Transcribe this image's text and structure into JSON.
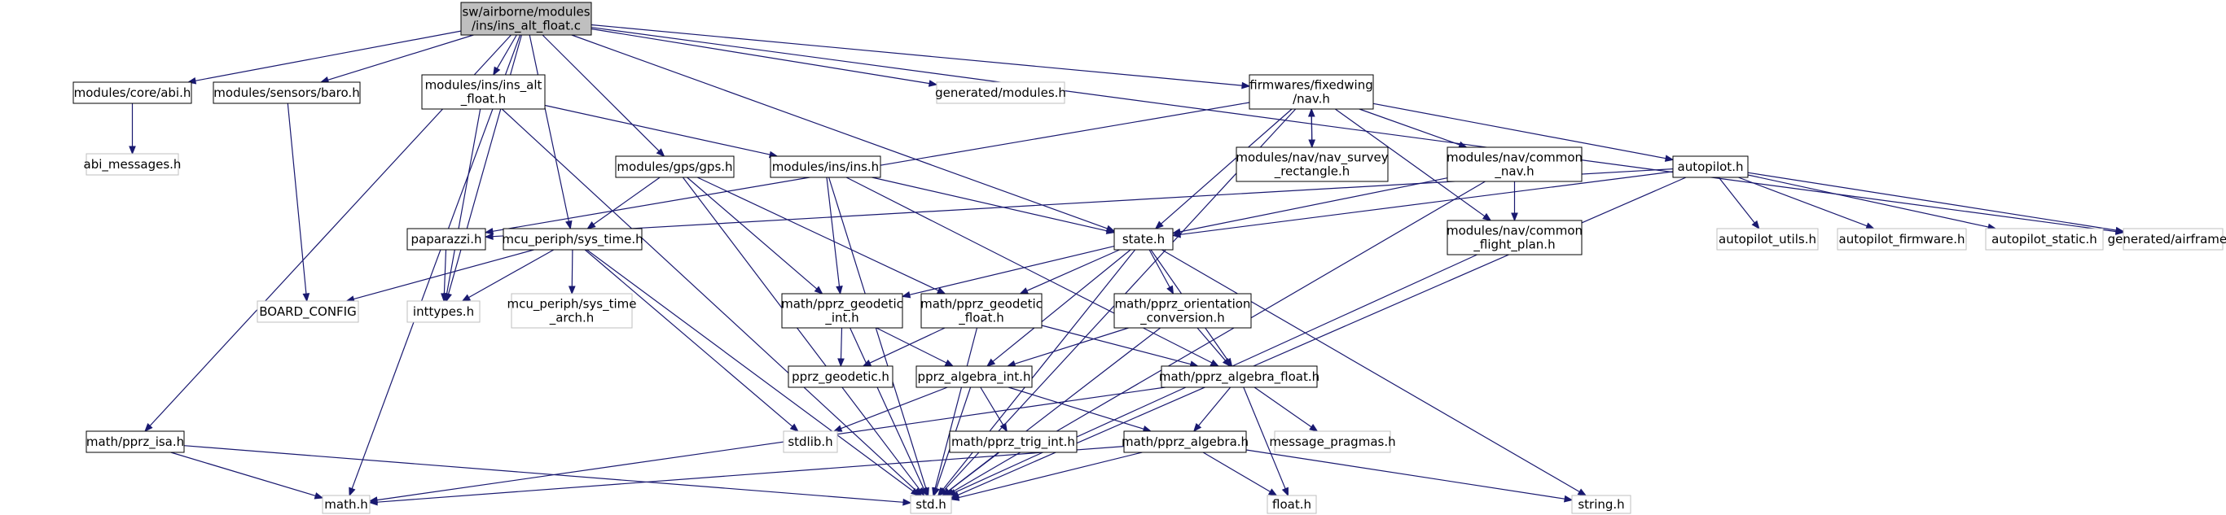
{
  "colors": {
    "edge": "#191970",
    "border_defined": "#000000",
    "border_undefined": "#bfbfbf",
    "fill_root": "#bfbfbf",
    "fill_node": "#ffffff",
    "text": "#000000"
  },
  "nodes": [
    {
      "id": "root",
      "lines": [
        "sw/airborne/modules",
        "/ins/ins_alt_float.c"
      ],
      "kind": "root"
    },
    {
      "id": "abi_h",
      "lines": [
        "modules/core/abi.h"
      ],
      "kind": "defined"
    },
    {
      "id": "baro_h",
      "lines": [
        "modules/sensors/baro.h"
      ],
      "kind": "defined"
    },
    {
      "id": "ins_alt_float_h",
      "lines": [
        "modules/ins/ins_alt",
        "_float.h"
      ],
      "kind": "defined"
    },
    {
      "id": "generated_modules_h",
      "lines": [
        "generated/modules.h"
      ],
      "kind": "undefined"
    },
    {
      "id": "nav_h",
      "lines": [
        "firmwares/fixedwing",
        "/nav.h"
      ],
      "kind": "defined"
    },
    {
      "id": "abi_messages_h",
      "lines": [
        "abi_messages.h"
      ],
      "kind": "undefined"
    },
    {
      "id": "gps_h",
      "lines": [
        "modules/gps/gps.h"
      ],
      "kind": "defined"
    },
    {
      "id": "ins_h",
      "lines": [
        "modules/ins/ins.h"
      ],
      "kind": "defined"
    },
    {
      "id": "nav_survey_h",
      "lines": [
        "modules/nav/nav_survey",
        "_rectangle.h"
      ],
      "kind": "defined"
    },
    {
      "id": "common_nav_h",
      "lines": [
        "modules/nav/common",
        "_nav.h"
      ],
      "kind": "defined"
    },
    {
      "id": "autopilot_h",
      "lines": [
        "autopilot.h"
      ],
      "kind": "defined"
    },
    {
      "id": "paparazzi_h",
      "lines": [
        "paparazzi.h"
      ],
      "kind": "defined"
    },
    {
      "id": "sys_time_h",
      "lines": [
        "mcu_periph/sys_time.h"
      ],
      "kind": "defined"
    },
    {
      "id": "state_h",
      "lines": [
        "state.h"
      ],
      "kind": "defined"
    },
    {
      "id": "flight_plan_h",
      "lines": [
        "modules/nav/common",
        "_flight_plan.h"
      ],
      "kind": "defined"
    },
    {
      "id": "autopilot_utils_h",
      "lines": [
        "autopilot_utils.h"
      ],
      "kind": "undefined"
    },
    {
      "id": "autopilot_firmware_h",
      "lines": [
        "autopilot_firmware.h"
      ],
      "kind": "undefined"
    },
    {
      "id": "autopilot_static_h",
      "lines": [
        "autopilot_static.h"
      ],
      "kind": "undefined"
    },
    {
      "id": "airframe_h",
      "lines": [
        "generated/airframe.h"
      ],
      "kind": "undefined"
    },
    {
      "id": "board_config",
      "lines": [
        "BOARD_CONFIG"
      ],
      "kind": "undefined"
    },
    {
      "id": "inttypes_h",
      "lines": [
        "inttypes.h"
      ],
      "kind": "undefined"
    },
    {
      "id": "sys_time_arch_h",
      "lines": [
        "mcu_periph/sys_time",
        "_arch.h"
      ],
      "kind": "undefined"
    },
    {
      "id": "geodetic_int_h",
      "lines": [
        "math/pprz_geodetic",
        "_int.h"
      ],
      "kind": "defined"
    },
    {
      "id": "geodetic_float_h",
      "lines": [
        "math/pprz_geodetic",
        "_float.h"
      ],
      "kind": "defined"
    },
    {
      "id": "orientation_h",
      "lines": [
        "math/pprz_orientation",
        "_conversion.h"
      ],
      "kind": "defined"
    },
    {
      "id": "geodetic_h",
      "lines": [
        "pprz_geodetic.h"
      ],
      "kind": "defined"
    },
    {
      "id": "algebra_int_h",
      "lines": [
        "pprz_algebra_int.h"
      ],
      "kind": "defined"
    },
    {
      "id": "algebra_float_h",
      "lines": [
        "math/pprz_algebra_float.h"
      ],
      "kind": "defined"
    },
    {
      "id": "isa_h",
      "lines": [
        "math/pprz_isa.h"
      ],
      "kind": "defined"
    },
    {
      "id": "stdlib_h",
      "lines": [
        "stdlib.h"
      ],
      "kind": "undefined"
    },
    {
      "id": "trig_int_h",
      "lines": [
        "math/pprz_trig_int.h"
      ],
      "kind": "defined"
    },
    {
      "id": "algebra_h",
      "lines": [
        "math/pprz_algebra.h"
      ],
      "kind": "defined"
    },
    {
      "id": "message_pragmas_h",
      "lines": [
        "message_pragmas.h"
      ],
      "kind": "undefined"
    },
    {
      "id": "math_h",
      "lines": [
        "math.h"
      ],
      "kind": "undefined"
    },
    {
      "id": "std_h",
      "lines": [
        "std.h"
      ],
      "kind": "undefined"
    },
    {
      "id": "float_h",
      "lines": [
        "float.h"
      ],
      "kind": "undefined"
    },
    {
      "id": "string_h",
      "lines": [
        "string.h"
      ],
      "kind": "undefined"
    }
  ],
  "edges": [
    [
      "root",
      "abi_h"
    ],
    [
      "root",
      "baro_h"
    ],
    [
      "root",
      "ins_alt_float_h"
    ],
    [
      "root",
      "generated_modules_h"
    ],
    [
      "root",
      "nav_h"
    ],
    [
      "root",
      "gps_h"
    ],
    [
      "root",
      "sys_time_h"
    ],
    [
      "root",
      "inttypes_h"
    ],
    [
      "root",
      "state_h"
    ],
    [
      "root",
      "airframe_h"
    ],
    [
      "root",
      "isa_h"
    ],
    [
      "root",
      "math_h"
    ],
    [
      "abi_h",
      "abi_messages_h"
    ],
    [
      "baro_h",
      "board_config"
    ],
    [
      "ins_alt_float_h",
      "ins_h"
    ],
    [
      "ins_alt_float_h",
      "inttypes_h"
    ],
    [
      "ins_alt_float_h",
      "std_h"
    ],
    [
      "nav_h",
      "nav_survey_h"
    ],
    [
      "nav_survey_h",
      "nav_h"
    ],
    [
      "nav_h",
      "common_nav_h"
    ],
    [
      "nav_h",
      "autopilot_h"
    ],
    [
      "nav_h",
      "paparazzi_h"
    ],
    [
      "nav_h",
      "state_h"
    ],
    [
      "nav_h",
      "flight_plan_h"
    ],
    [
      "nav_h",
      "std_h"
    ],
    [
      "gps_h",
      "sys_time_h"
    ],
    [
      "gps_h",
      "geodetic_int_h"
    ],
    [
      "gps_h",
      "geodetic_float_h"
    ],
    [
      "gps_h",
      "std_h"
    ],
    [
      "ins_h",
      "geodetic_int_h"
    ],
    [
      "ins_h",
      "state_h"
    ],
    [
      "ins_h",
      "algebra_float_h"
    ],
    [
      "ins_h",
      "std_h"
    ],
    [
      "common_nav_h",
      "flight_plan_h"
    ],
    [
      "common_nav_h",
      "state_h"
    ],
    [
      "common_nav_h",
      "std_h"
    ],
    [
      "autopilot_h",
      "paparazzi_h"
    ],
    [
      "autopilot_h",
      "state_h"
    ],
    [
      "autopilot_h",
      "autopilot_utils_h"
    ],
    [
      "autopilot_h",
      "autopilot_firmware_h"
    ],
    [
      "autopilot_h",
      "autopilot_static_h"
    ],
    [
      "autopilot_h",
      "airframe_h"
    ],
    [
      "autopilot_h",
      "std_h"
    ],
    [
      "paparazzi_h",
      "inttypes_h"
    ],
    [
      "sys_time_h",
      "board_config"
    ],
    [
      "sys_time_h",
      "inttypes_h"
    ],
    [
      "sys_time_h",
      "sys_time_arch_h"
    ],
    [
      "sys_time_h",
      "stdlib_h"
    ],
    [
      "sys_time_h",
      "std_h"
    ],
    [
      "state_h",
      "geodetic_int_h"
    ],
    [
      "state_h",
      "geodetic_float_h"
    ],
    [
      "state_h",
      "orientation_h"
    ],
    [
      "state_h",
      "algebra_int_h"
    ],
    [
      "state_h",
      "algebra_float_h"
    ],
    [
      "state_h",
      "std_h"
    ],
    [
      "state_h",
      "string_h"
    ],
    [
      "flight_plan_h",
      "std_h"
    ],
    [
      "geodetic_int_h",
      "geodetic_h"
    ],
    [
      "geodetic_int_h",
      "algebra_int_h"
    ],
    [
      "geodetic_int_h",
      "std_h"
    ],
    [
      "geodetic_float_h",
      "geodetic_h"
    ],
    [
      "geodetic_float_h",
      "algebra_float_h"
    ],
    [
      "geodetic_float_h",
      "std_h"
    ],
    [
      "orientation_h",
      "algebra_int_h"
    ],
    [
      "orientation_h",
      "algebra_float_h"
    ],
    [
      "orientation_h",
      "std_h"
    ],
    [
      "algebra_int_h",
      "stdlib_h"
    ],
    [
      "algebra_int_h",
      "trig_int_h"
    ],
    [
      "algebra_int_h",
      "algebra_h"
    ],
    [
      "algebra_int_h",
      "std_h"
    ],
    [
      "algebra_float_h",
      "algebra_h"
    ],
    [
      "algebra_float_h",
      "message_pragmas_h"
    ],
    [
      "algebra_float_h",
      "float_h"
    ],
    [
      "algebra_float_h",
      "math_h"
    ],
    [
      "isa_h",
      "math_h"
    ],
    [
      "isa_h",
      "std_h"
    ],
    [
      "trig_int_h",
      "std_h"
    ],
    [
      "algebra_h",
      "math_h"
    ],
    [
      "algebra_h",
      "std_h"
    ],
    [
      "algebra_h",
      "float_h"
    ],
    [
      "algebra_h",
      "string_h"
    ]
  ]
}
